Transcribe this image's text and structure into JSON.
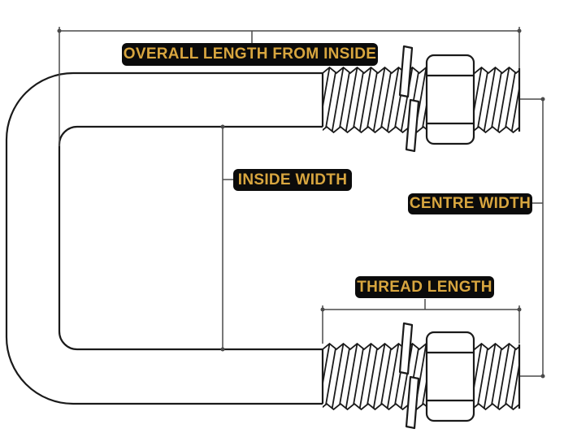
{
  "diagram": {
    "type": "technical-drawing",
    "subject": "U-bolt dimension diagram",
    "parts": [
      "u-bolt",
      "threaded-rod",
      "split-lock-washer",
      "hex-nut"
    ]
  },
  "labels": {
    "overall_length": "OVERALL LENGTH FROM INSIDE",
    "inside_width": "INSIDE WIDTH",
    "centre_width": "CENTRE WIDTH",
    "thread_length": "THREAD LENGTH"
  },
  "colors": {
    "background": "#ffffff",
    "outline": "#1a1a1a",
    "dimension": "#4a4a4a",
    "label_bg": "#0b0b0b",
    "label_text": "#d8a63f"
  }
}
